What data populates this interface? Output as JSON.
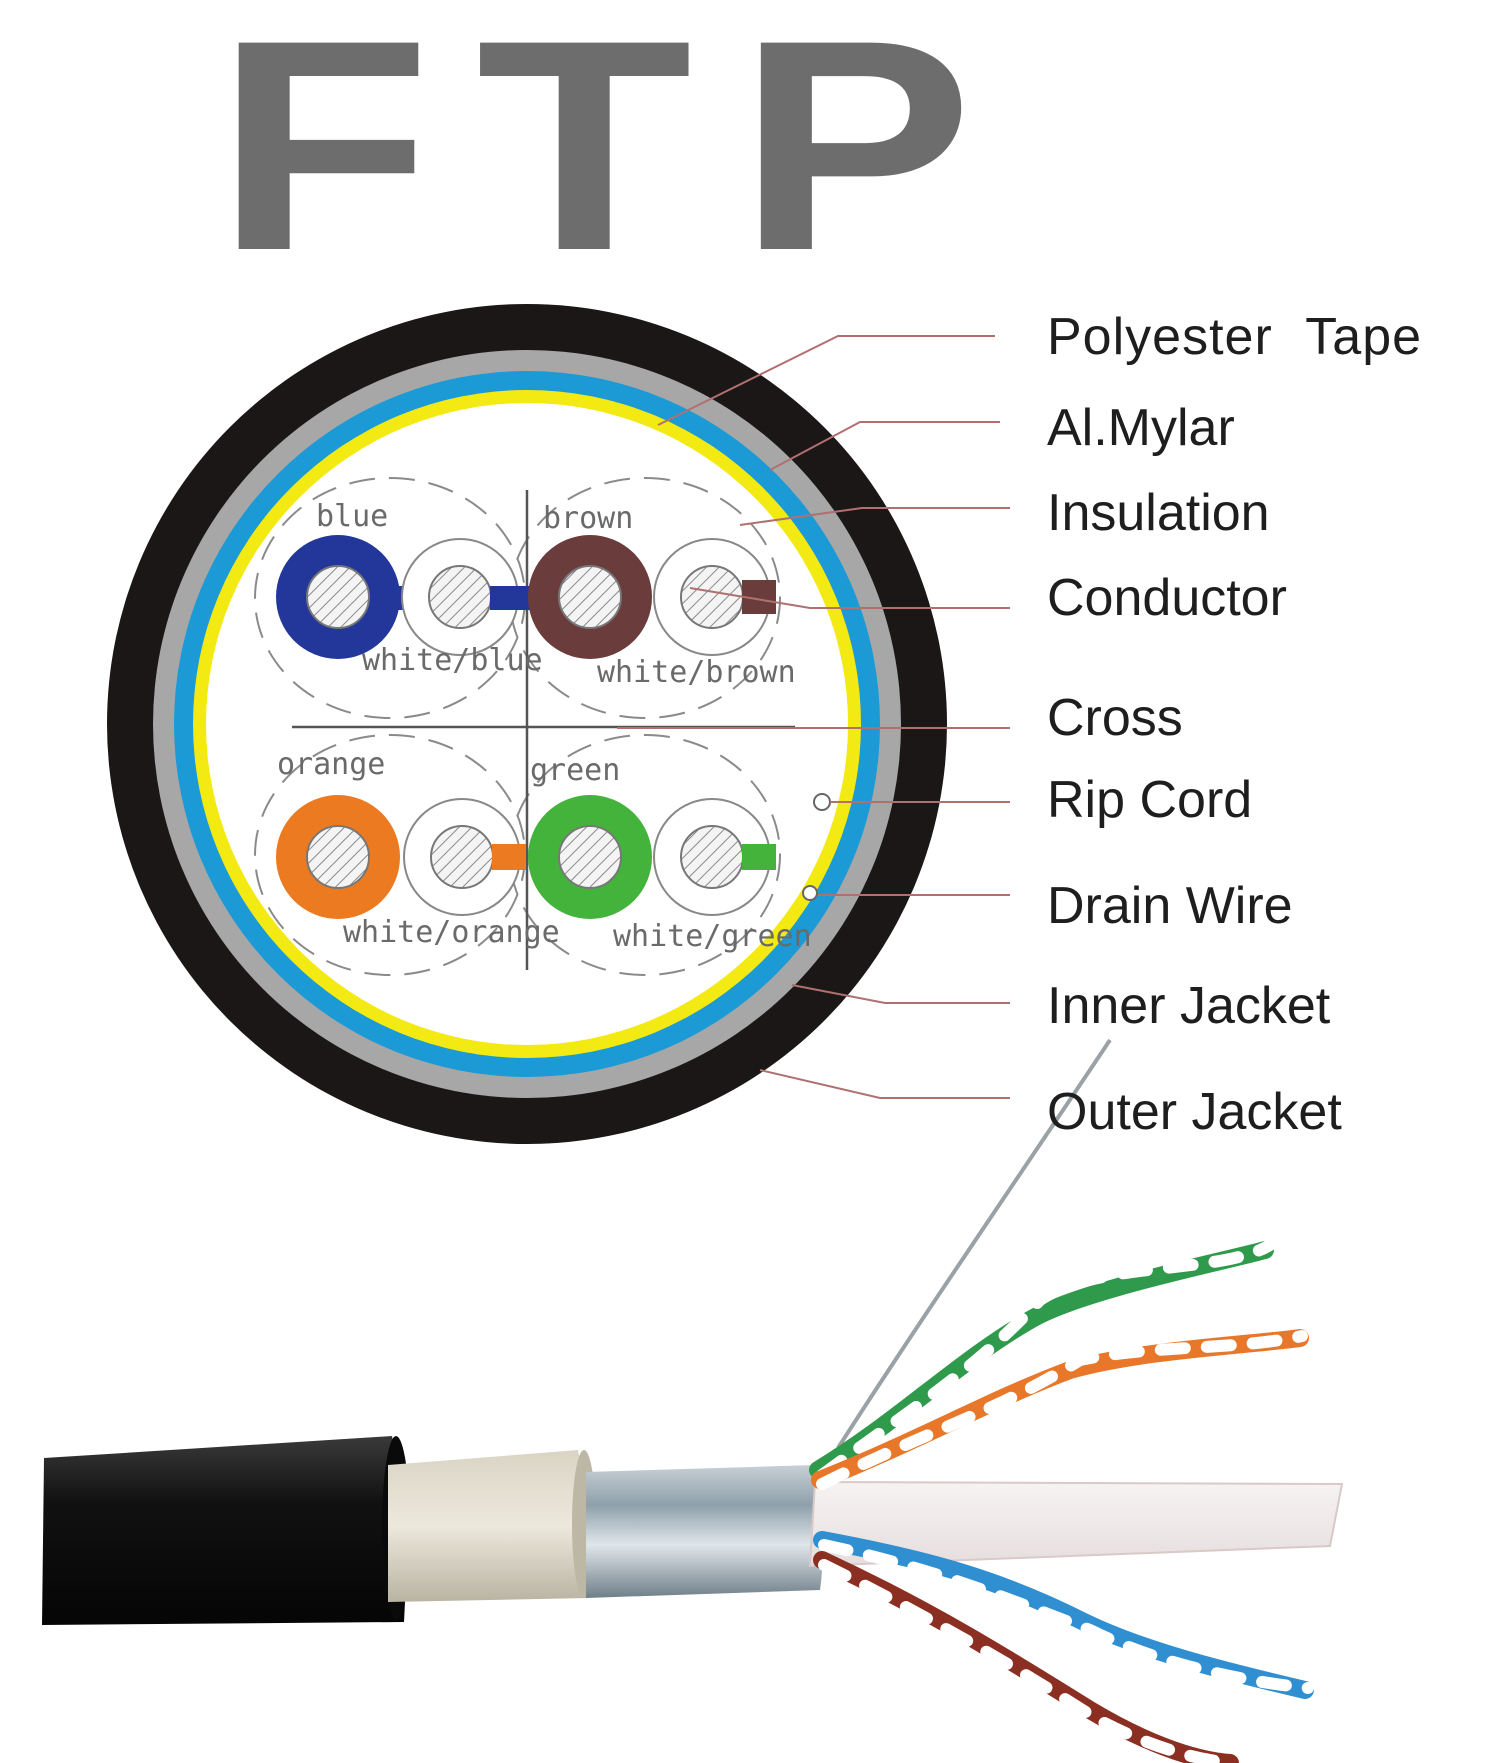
{
  "title": "FTP",
  "pairs": [
    {
      "color_label": "blue",
      "white_label": "white/blue",
      "color": "#23379a"
    },
    {
      "color_label": "brown",
      "white_label": "white/brown",
      "color": "#6b3c3c"
    },
    {
      "color_label": "orange",
      "white_label": "white/orange",
      "color": "#ec7a21"
    },
    {
      "color_label": "green",
      "white_label": "white/green",
      "color": "#44b33c"
    }
  ],
  "callouts": [
    "Polyester Tape",
    "Al.Mylar",
    "Insulation",
    "Conductor",
    "Cross",
    "Rip Cord",
    "Drain Wire",
    "Inner Jacket",
    "Outer Jacket"
  ],
  "layer_colors": {
    "outer_jacket": "#1a1716",
    "inner_jacket": "#a7a7a7",
    "shield": "#1c9ad6",
    "polyester_tape": "#f3ea14",
    "leader_line": "#b07070"
  }
}
